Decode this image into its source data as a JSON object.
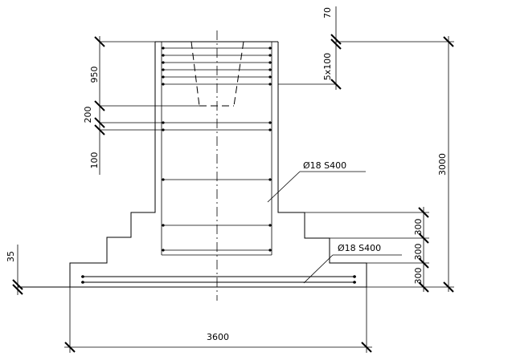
{
  "drawing": {
    "dimensions": {
      "top_offset": "70",
      "upper_height": "950",
      "stirrup_spacing": "5x100",
      "dim_200": "200",
      "dim_100": "100",
      "total_height": "3000",
      "step_1": "300",
      "step_2": "300",
      "step_3": "300",
      "cover": "35",
      "base_width": "3600"
    },
    "callouts": {
      "column_rebar": "Ø18 S400",
      "base_rebar": "Ø18 S400"
    }
  }
}
